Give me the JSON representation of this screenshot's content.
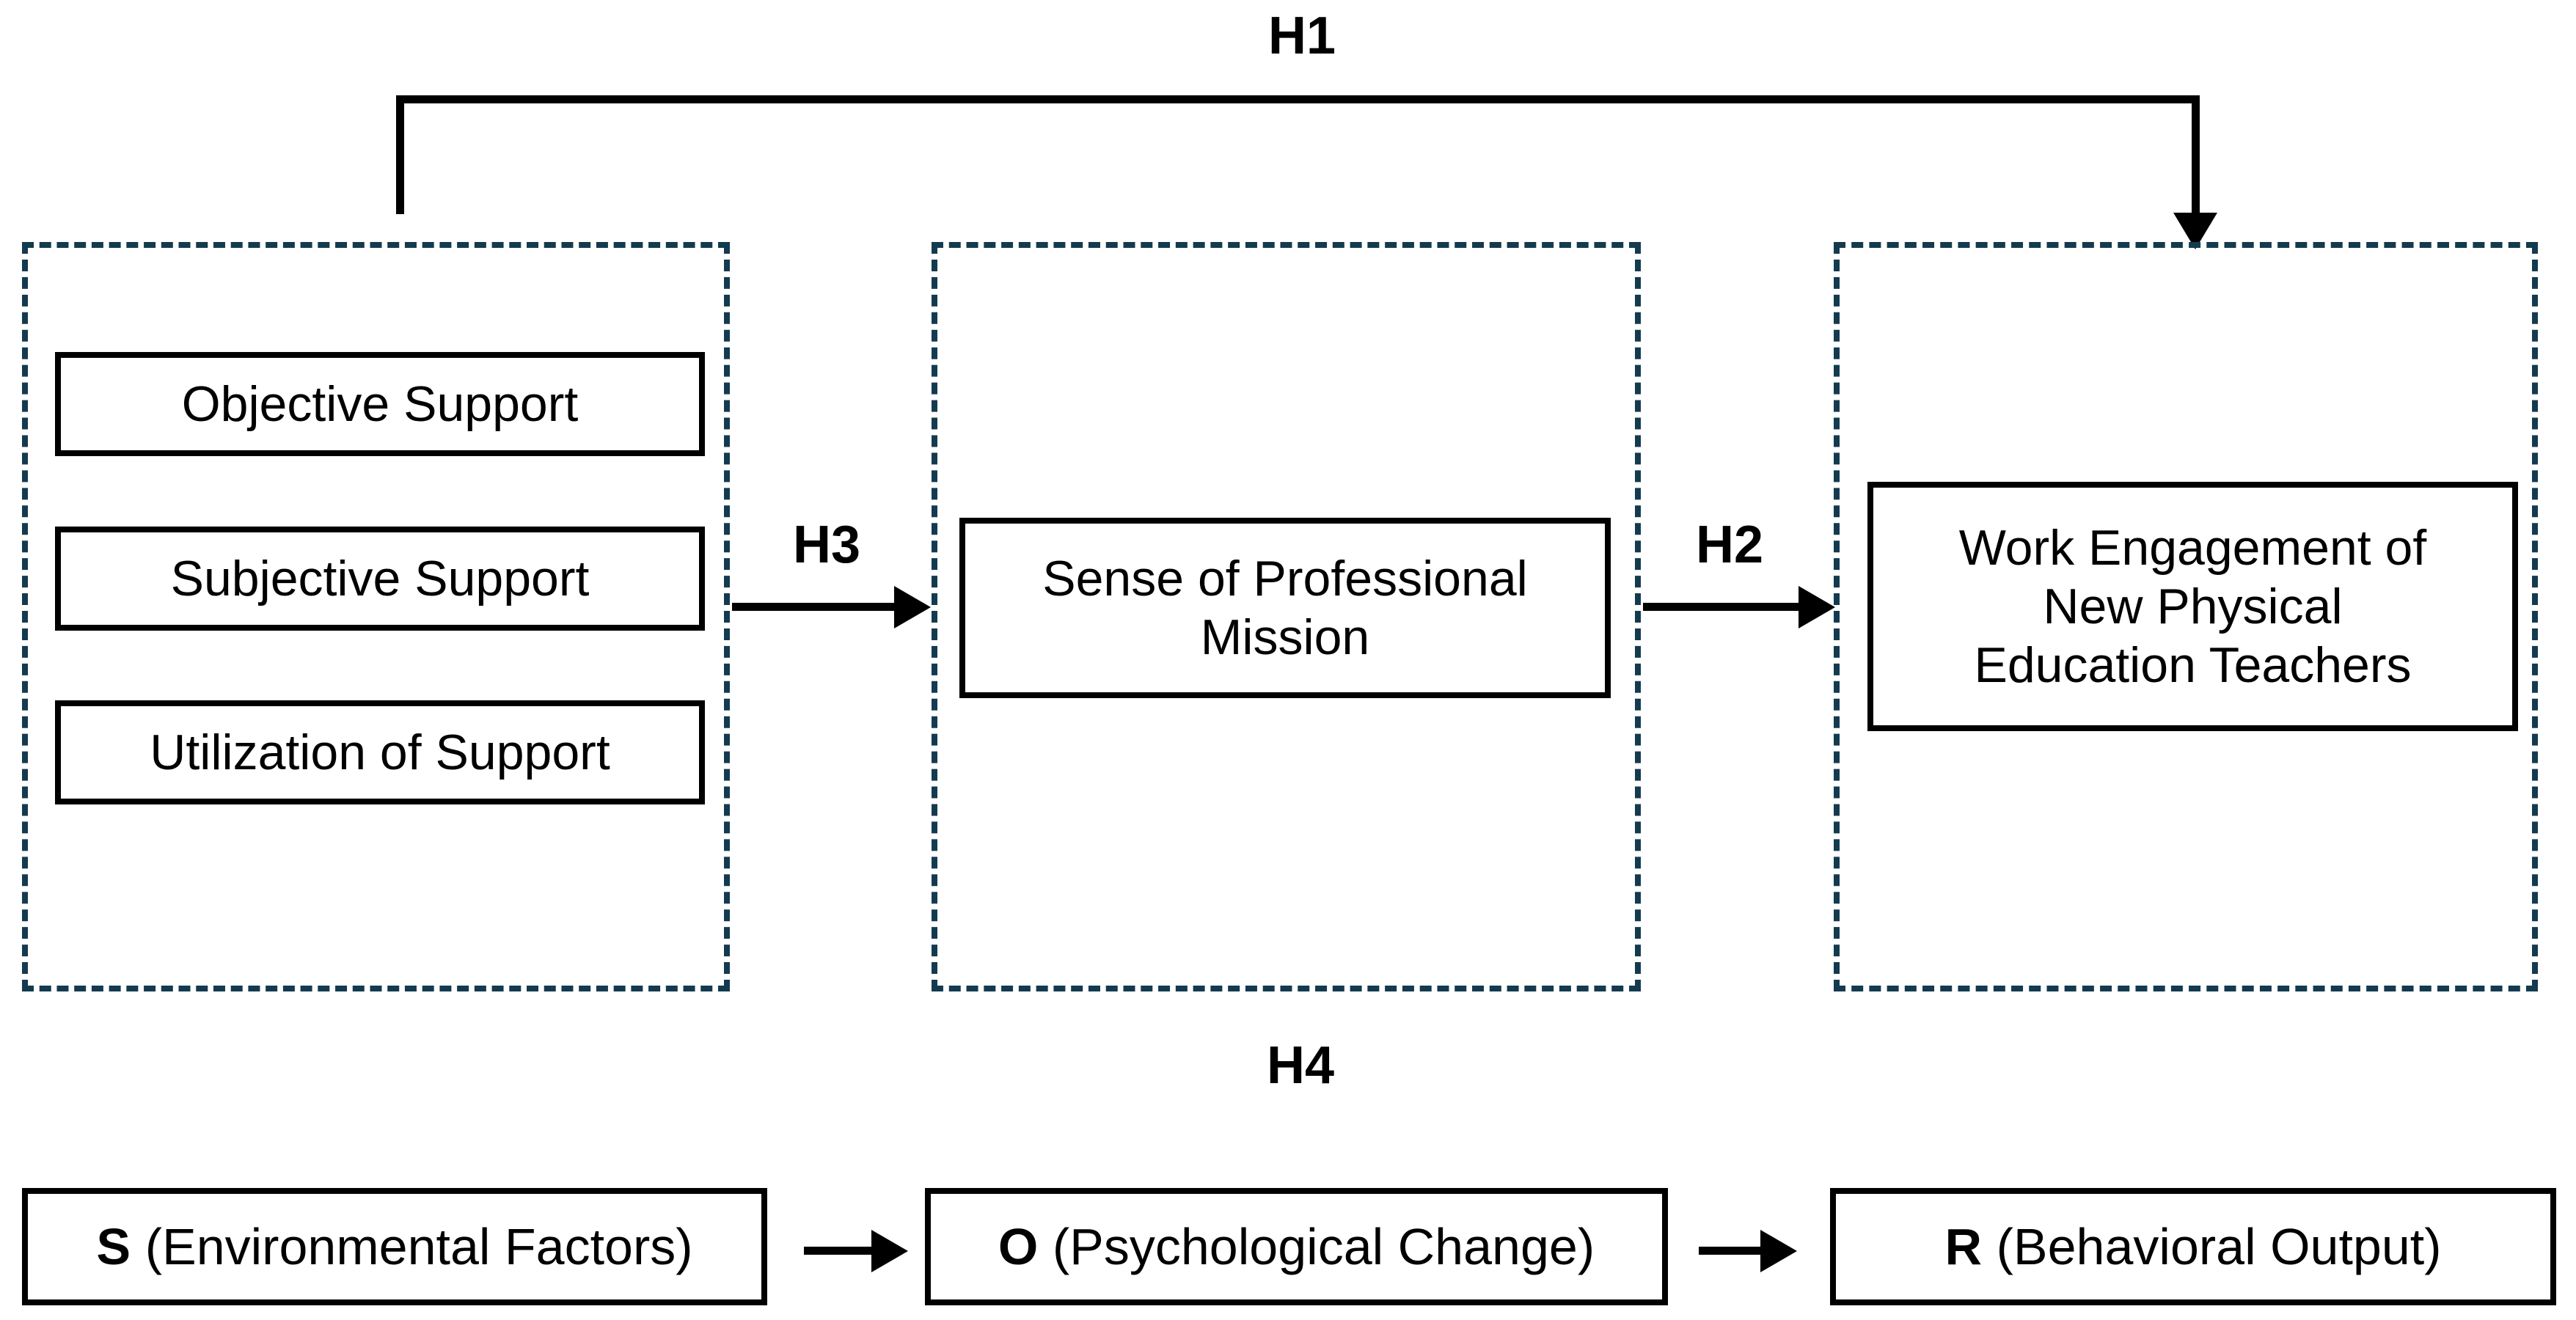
{
  "labels": {
    "h1": "H1",
    "h2": "H2",
    "h3": "H3",
    "h4": "H4"
  },
  "antecedents": {
    "items": [
      "Objective Support",
      "Subjective Support",
      "Utilization of Support"
    ]
  },
  "mediator": {
    "text": "Sense of Professional Mission",
    "lines": [
      "Sense of Professional",
      "Mission"
    ]
  },
  "outcome": {
    "text": "Work Engagement of New Physical Education Teachers",
    "lines": [
      "Work Engagement of",
      "New Physical",
      "Education Teachers"
    ]
  },
  "sor_model": [
    {
      "symbol": "S",
      "description": "(Environmental Factors)"
    },
    {
      "symbol": "O",
      "description": "(Psychological Change)"
    },
    {
      "symbol": "R",
      "description": "(Behavioral Output)"
    }
  ],
  "colors": {
    "background": "#ffffff",
    "box_border": "#000000",
    "dashed_border": "#143a4f",
    "line": "#000000",
    "text": "#000000"
  }
}
